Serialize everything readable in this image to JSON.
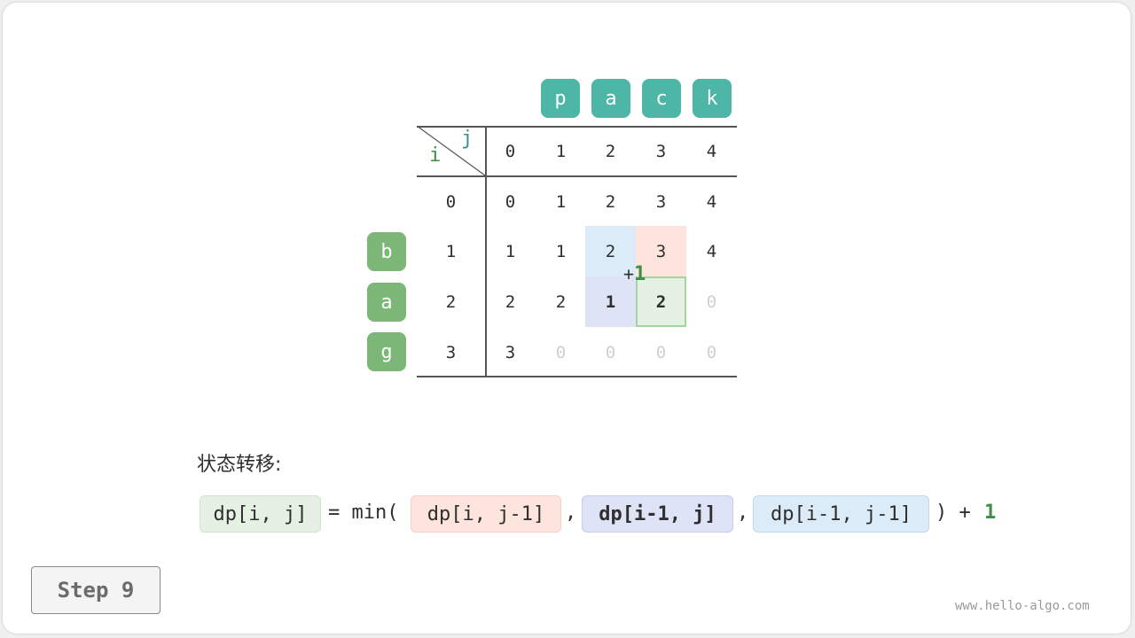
{
  "top_chars": [
    "p",
    "a",
    "c",
    "k"
  ],
  "left_chars": [
    "b",
    "a",
    "g"
  ],
  "header": {
    "i_label": "i",
    "j_label": "j",
    "j_indices": [
      "0",
      "1",
      "2",
      "3",
      "4"
    ]
  },
  "rows": [
    {
      "i": "0",
      "cells": [
        "0",
        "1",
        "2",
        "3",
        "4"
      ]
    },
    {
      "i": "1",
      "cells": [
        "1",
        "1",
        "2",
        "3",
        "4"
      ]
    },
    {
      "i": "2",
      "cells": [
        "2",
        "2",
        "1",
        "2",
        "0"
      ]
    },
    {
      "i": "3",
      "cells": [
        "3",
        "0",
        "0",
        "0",
        "0"
      ]
    }
  ],
  "annotation": {
    "plus": "+",
    "one": "1"
  },
  "state_transition_label": "状态转移:",
  "formula": {
    "lhs": "dp[i, j]",
    "equals_min": "= min(",
    "term1": "dp[i, j-1]",
    "comma1": ",",
    "term2": "dp[i-1, j]",
    "comma2": ",",
    "term3": "dp[i-1, j-1]",
    "close_plus": ") +",
    "one": "1"
  },
  "step_button": "Step 9",
  "watermark": "www.hello-algo.com",
  "colors": {
    "teal_chip": "#4db6a6",
    "green_chip": "#7cb777",
    "highlight_blue": "#dbecf8",
    "highlight_red": "#fde4dc",
    "highlight_purple": "#dfe3f6",
    "highlight_green": "#e5f1e3"
  }
}
